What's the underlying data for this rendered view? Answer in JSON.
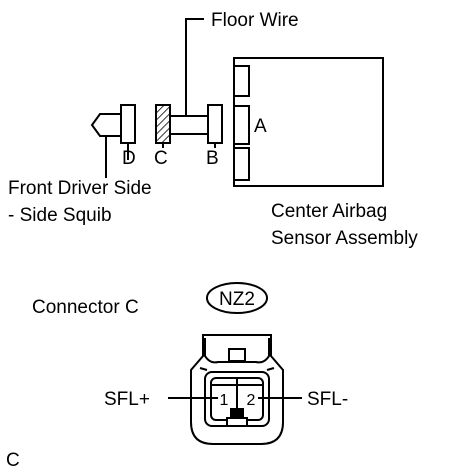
{
  "labels": {
    "floor_wire": "Floor Wire",
    "connector_a": "A",
    "connector_b": "B",
    "connector_c": "C",
    "connector_d": "D",
    "squib_line1": "Front Driver Side",
    "squib_line2": "- Side Squib",
    "sensor_line1": "Center Airbag",
    "sensor_line2": "Sensor Assembly",
    "connector_c_title": "Connector C",
    "badge": "NZ2",
    "pin1": "1",
    "pin2": "2",
    "sfl_plus": "SFL+",
    "sfl_minus": "SFL-",
    "figure_code": "C"
  },
  "colors": {
    "line": "#000000",
    "background": "#ffffff"
  }
}
